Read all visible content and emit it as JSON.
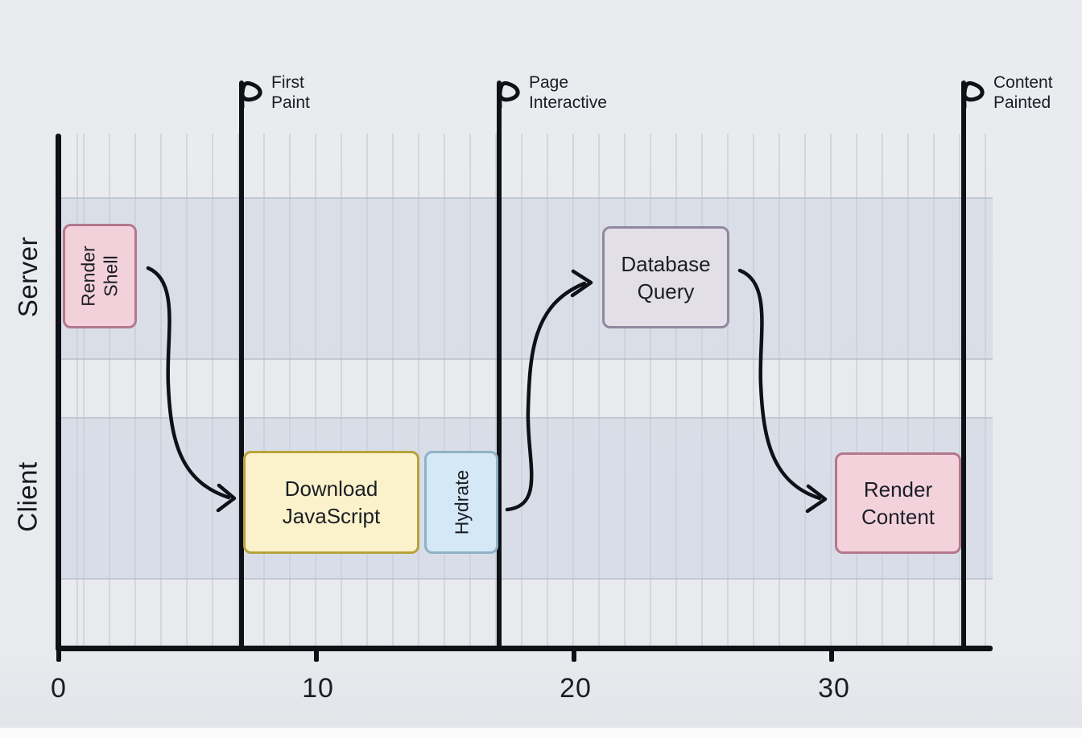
{
  "colors": {
    "page_bg": "#e9ebef",
    "band_fill": "#dde1e9",
    "gridline": "#d3d6dd",
    "axis_black": "#0e1116",
    "pink_fill": "#f3d1db",
    "pink_border": "#b3788e",
    "yellow_fill": "#fbf2cb",
    "yellow_border": "#b7a33c",
    "blue_fill": "#d4e8f6",
    "blue_border": "#8fb2c5",
    "purple_fill": "#e3dfe8",
    "purple_border": "#91889e"
  },
  "timeline": {
    "lane_labels": {
      "server": "Server",
      "client": "Client"
    },
    "axis_ticks": [
      "0",
      "10",
      "20",
      "30"
    ],
    "milestones": [
      {
        "name": "first-paint",
        "line1": "First",
        "line2": "Paint",
        "time": 7
      },
      {
        "name": "page-interactive",
        "line1": "Page",
        "line2": "Interactive",
        "time": 17
      },
      {
        "name": "content-painted",
        "line1": "Content",
        "line2": "Painted",
        "time": 35
      }
    ],
    "tasks": [
      {
        "name": "render-shell",
        "line1": "Render",
        "line2": "Shell",
        "lane": "Server",
        "start": 0,
        "end": 3,
        "fill": "#f3d1db",
        "border": "#b3788e",
        "orientation": "vertical"
      },
      {
        "name": "download-javascript",
        "line1": "Download",
        "line2": "JavaScript",
        "lane": "Client",
        "start": 7,
        "end": 14,
        "fill": "#fbf2cb",
        "border": "#b7a33c",
        "orientation": "horizontal"
      },
      {
        "name": "hydrate",
        "line1": "Hydrate",
        "line2": "",
        "lane": "Client",
        "start": 14,
        "end": 17,
        "fill": "#d4e8f6",
        "border": "#8fb2c5",
        "orientation": "vertical"
      },
      {
        "name": "database-query",
        "line1": "Database",
        "line2": "Query",
        "lane": "Server",
        "start": 21,
        "end": 26,
        "fill": "#e3dfe8",
        "border": "#91889e",
        "orientation": "horizontal"
      },
      {
        "name": "render-content",
        "line1": "Render",
        "line2": "Content",
        "lane": "Client",
        "start": 30,
        "end": 35,
        "fill": "#f4d2dc",
        "border": "#b3788e",
        "orientation": "horizontal"
      }
    ],
    "arrows": [
      {
        "from": "render-shell",
        "to": "download-javascript"
      },
      {
        "from": "hydrate",
        "to": "database-query"
      },
      {
        "from": "database-query",
        "to": "render-content"
      }
    ]
  },
  "chart_data": {
    "type": "timeline",
    "xlabel": "",
    "ylabel": "",
    "xlim": [
      0,
      36
    ],
    "x_ticks": [
      0,
      10,
      20,
      30
    ],
    "lanes": [
      "Server",
      "Client"
    ],
    "bars": [
      {
        "label": "Render Shell",
        "lane": "Server",
        "start": 0,
        "end": 3
      },
      {
        "label": "Download JavaScript",
        "lane": "Client",
        "start": 7,
        "end": 14
      },
      {
        "label": "Hydrate",
        "lane": "Client",
        "start": 14,
        "end": 17
      },
      {
        "label": "Database Query",
        "lane": "Server",
        "start": 21,
        "end": 26
      },
      {
        "label": "Render Content",
        "lane": "Client",
        "start": 30,
        "end": 35
      }
    ],
    "milestones": [
      {
        "label": "First Paint",
        "time": 7
      },
      {
        "label": "Page Interactive",
        "time": 17
      },
      {
        "label": "Content Painted",
        "time": 35
      }
    ]
  }
}
